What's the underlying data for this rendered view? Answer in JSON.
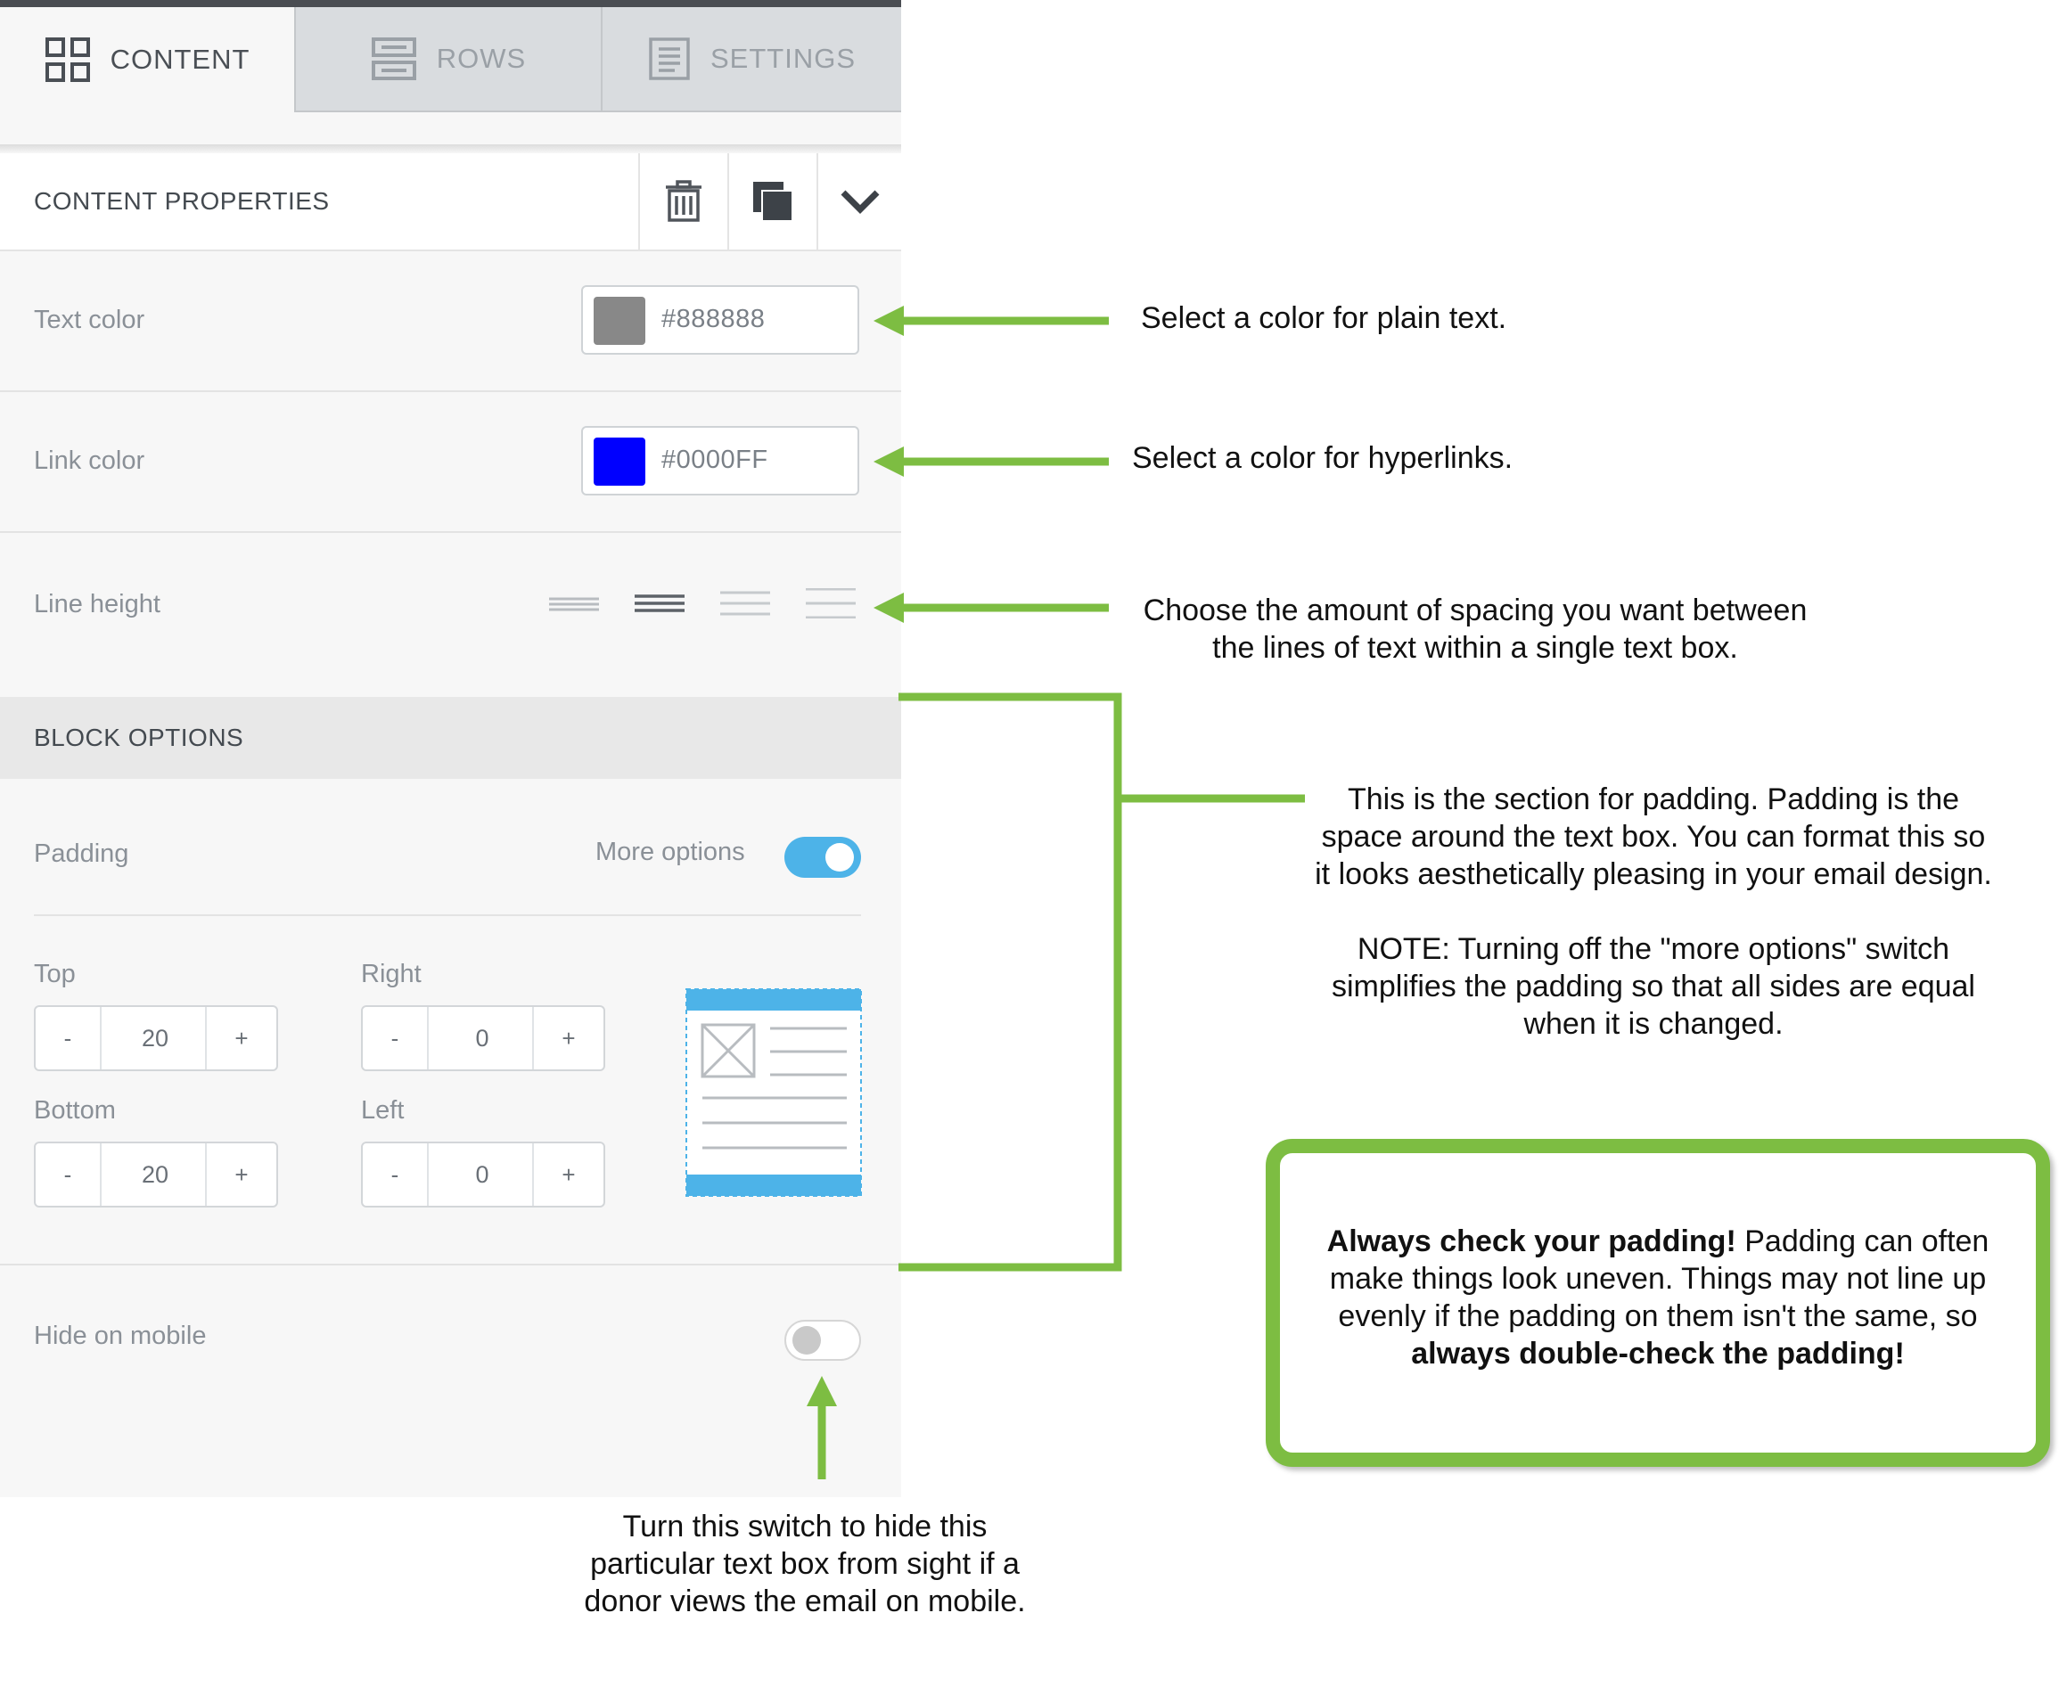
{
  "tabs": {
    "content": "CONTENT",
    "rows": "ROWS",
    "settings": "SETTINGS"
  },
  "content_properties": {
    "title": "CONTENT PROPERTIES",
    "text_color": {
      "label": "Text color",
      "value": "#888888",
      "swatch": "#888888"
    },
    "link_color": {
      "label": "Link color",
      "value": "#0000FF",
      "swatch": "#0000FF"
    },
    "line_height": {
      "label": "Line height"
    }
  },
  "block_options": {
    "title": "BLOCK OPTIONS",
    "padding": {
      "label": "Padding",
      "more_options_label": "More options",
      "more_options_on": true,
      "top": {
        "label": "Top",
        "value": "20"
      },
      "right": {
        "label": "Right",
        "value": "0"
      },
      "bottom": {
        "label": "Bottom",
        "value": "20"
      },
      "left": {
        "label": "Left",
        "value": "0"
      },
      "minus": "-",
      "plus": "+"
    },
    "hide_on_mobile": {
      "label": "Hide on mobile",
      "on": false
    }
  },
  "annotations": {
    "text_color": "Select a color for plain text.",
    "link_color": "Select a color for hyperlinks.",
    "line_height": [
      "Choose the amount of spacing you want between",
      "the lines of text within a single text box."
    ],
    "padding": [
      "This is the section for padding. Padding is the",
      "space around the text box. You can format this so",
      "it looks aesthetically pleasing in your email design."
    ],
    "padding_note": [
      "NOTE: Turning off the \"more options\" switch",
      "simplifies the padding so that all sides are equal",
      "when it is changed."
    ],
    "hide_mobile": [
      "Turn this switch to hide this",
      "particular text box from sight if a",
      "donor views the email on mobile."
    ],
    "callout": {
      "bold_start": "Always check your padding!",
      "middle": " Padding can often make things look uneven. Things may not line up evenly if the padding on them isn't the same, so ",
      "bold_end": "always double-check the padding!"
    }
  },
  "colors": {
    "accent_green": "#7dbd42",
    "toggle_blue": "#4db3e8"
  }
}
